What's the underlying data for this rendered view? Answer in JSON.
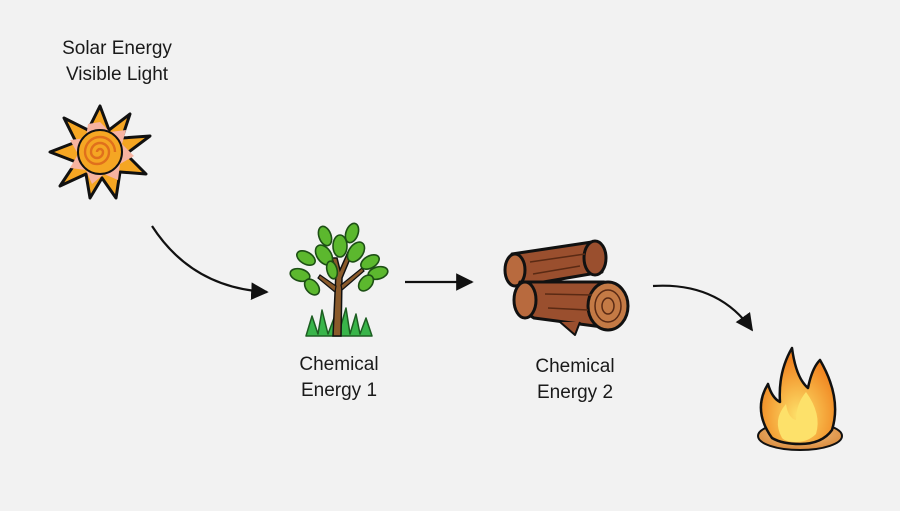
{
  "solar": {
    "line1": "Solar Energy",
    "line2": "Visible Light"
  },
  "chemical1": {
    "line1": "Chemical",
    "line2": "Energy 1"
  },
  "chemical2": {
    "line1": "Chemical",
    "line2": "Energy 2"
  },
  "icons": [
    "sun-icon",
    "tree-icon",
    "logs-icon",
    "fire-icon"
  ],
  "colors": {
    "background": "#f2f2f2",
    "sun": "#f5a623",
    "leaf": "#5cb82e",
    "wood": "#9a4f2e",
    "flame": "#f0821e"
  }
}
